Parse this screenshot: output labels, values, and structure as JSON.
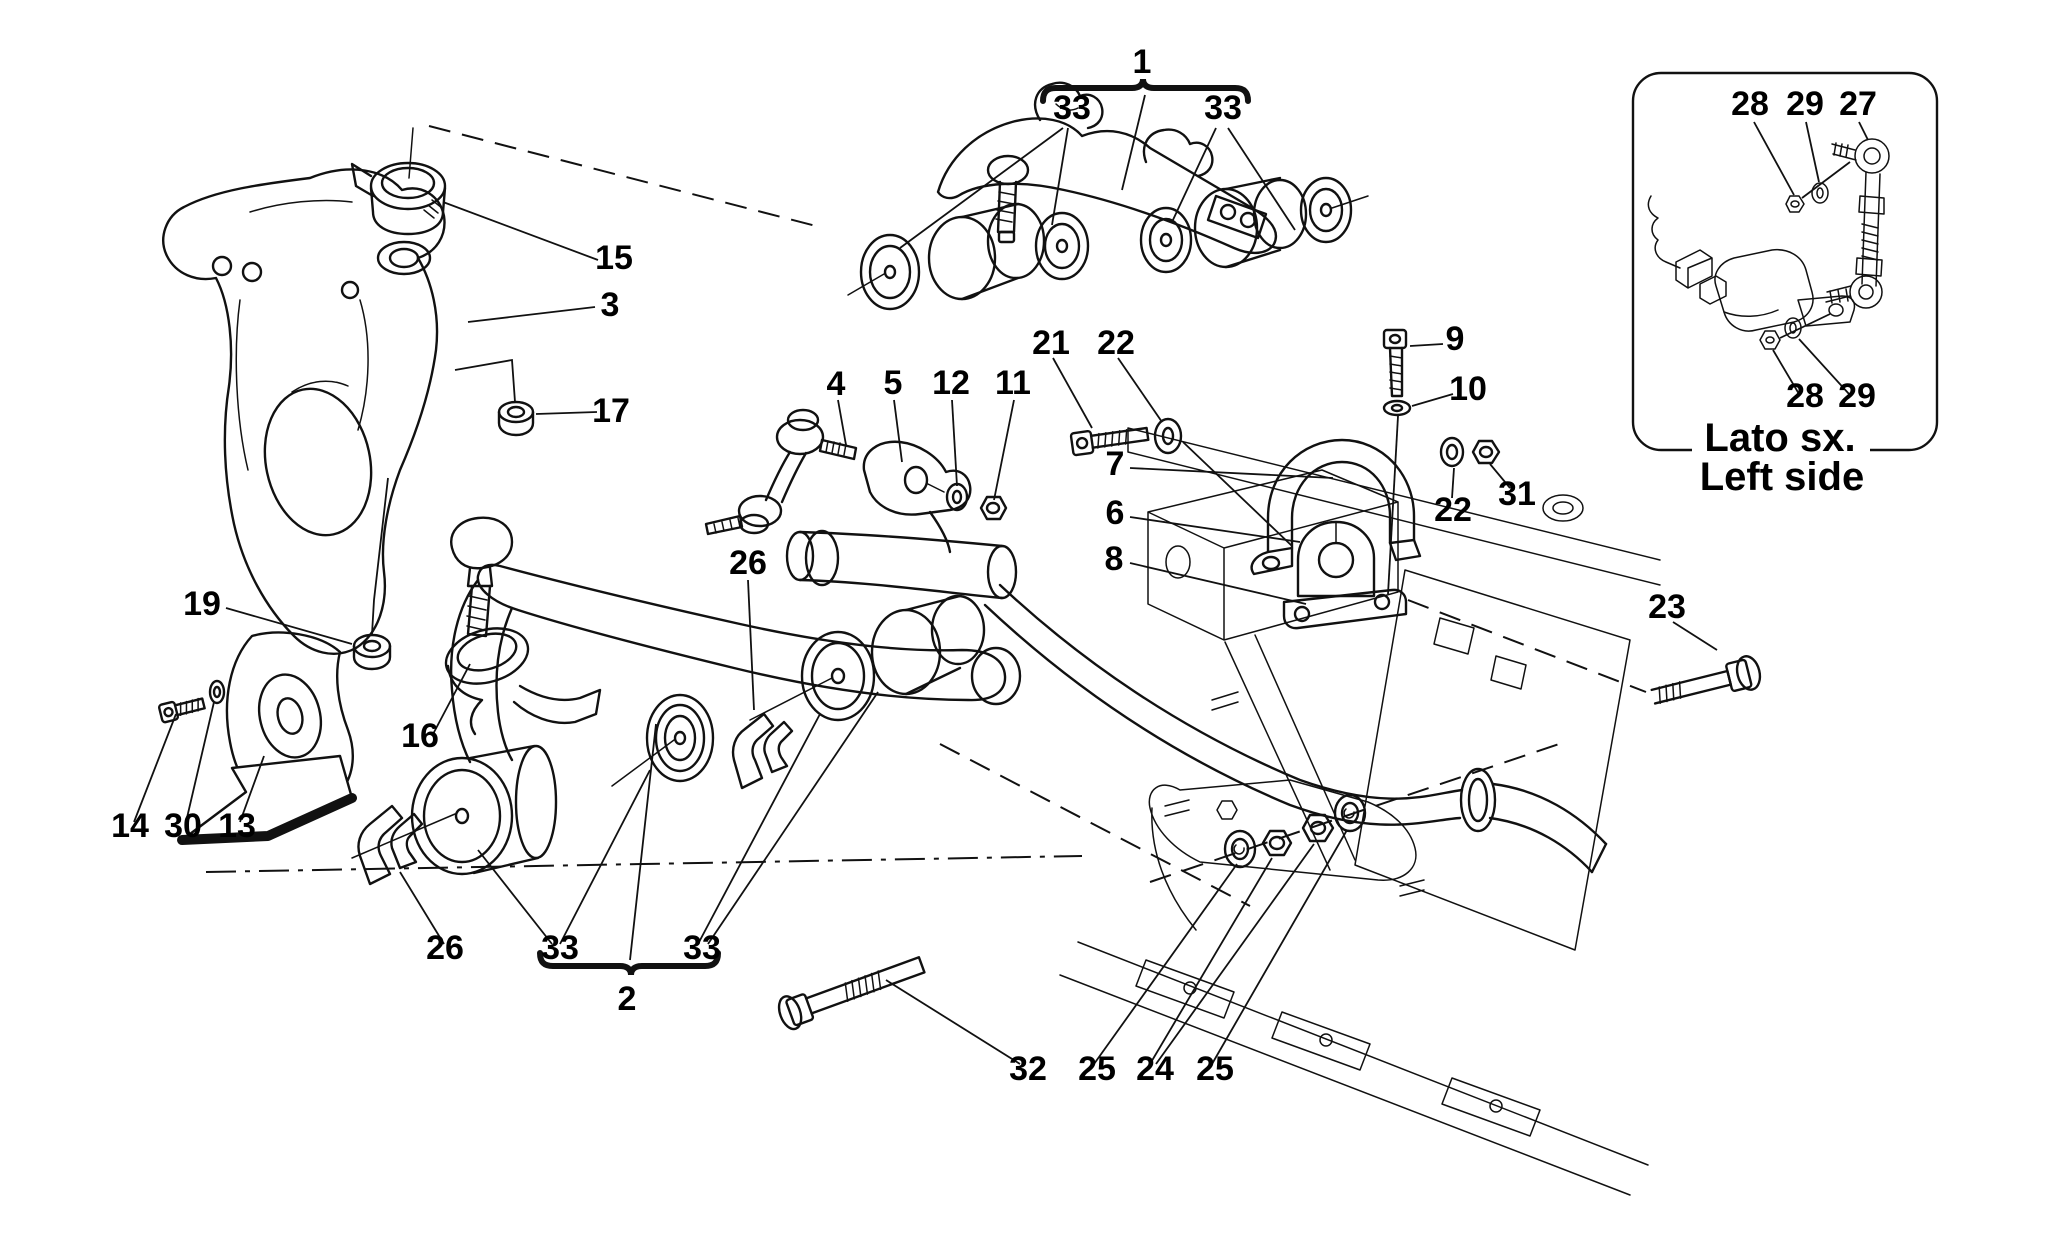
{
  "figure": {
    "background_color": "#ffffff",
    "line_color": "#111111"
  },
  "inset": {
    "caption_line1": "Lato sx.",
    "caption_line2": "Left side"
  },
  "callouts": [
    {
      "label": "1"
    },
    {
      "label": "33"
    },
    {
      "label": "33"
    },
    {
      "label": "15"
    },
    {
      "label": "3"
    },
    {
      "label": "17"
    },
    {
      "label": "4"
    },
    {
      "label": "5"
    },
    {
      "label": "12"
    },
    {
      "label": "11"
    },
    {
      "label": "21"
    },
    {
      "label": "22"
    },
    {
      "label": "9"
    },
    {
      "label": "10"
    },
    {
      "label": "7"
    },
    {
      "label": "6"
    },
    {
      "label": "8"
    },
    {
      "label": "22"
    },
    {
      "label": "31"
    },
    {
      "label": "23"
    },
    {
      "label": "19"
    },
    {
      "label": "16"
    },
    {
      "label": "14"
    },
    {
      "label": "30"
    },
    {
      "label": "13"
    },
    {
      "label": "26"
    },
    {
      "label": "26"
    },
    {
      "label": "33"
    },
    {
      "label": "33"
    },
    {
      "label": "2"
    },
    {
      "label": "32"
    },
    {
      "label": "25"
    },
    {
      "label": "24"
    },
    {
      "label": "25"
    },
    {
      "label": "28"
    },
    {
      "label": "29"
    },
    {
      "label": "27"
    },
    {
      "label": "28"
    },
    {
      "label": "29"
    }
  ]
}
